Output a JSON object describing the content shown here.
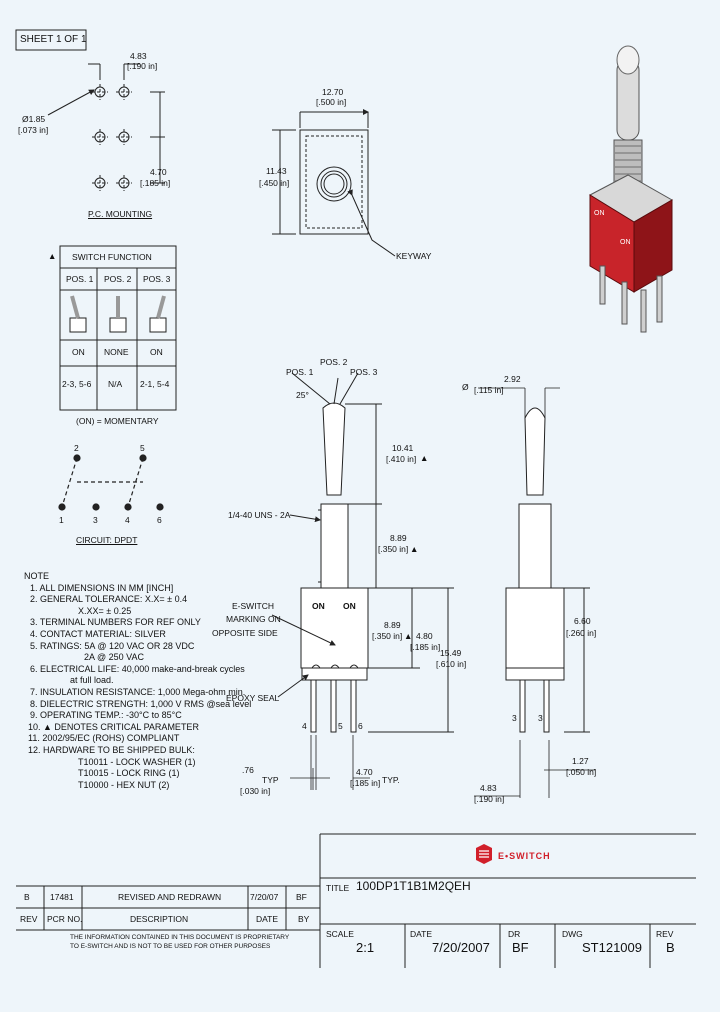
{
  "sheet": "SHEET 1 OF 1",
  "pc_mount": {
    "spacing_mm": "4.83",
    "spacing_in": "[.190 in]",
    "hole_mm": "Ø1.85",
    "hole_in": "[.073 in]",
    "pitch_mm": "4.70",
    "pitch_in": "[.185 in]",
    "label": "P.C. MOUNTING"
  },
  "top_view": {
    "width_mm": "12.70",
    "width_in": "[.500 in]",
    "height_mm": "11.43",
    "height_in": "[.450 in]",
    "keyway": "KEYWAY"
  },
  "switch_function": {
    "title": "SWITCH FUNCTION",
    "headers": [
      "POS. 1",
      "POS. 2",
      "POS. 3"
    ],
    "states": [
      "ON",
      "NONE",
      "ON"
    ],
    "terminals": [
      "2-3, 5-6",
      "N/A",
      "2-1, 5-4"
    ],
    "note": "(ON) = MOMENTARY"
  },
  "circuit": {
    "label": "CIRCUIT: DPDT",
    "top_terms": [
      "2",
      "5"
    ],
    "bottom_terms": [
      "1",
      "3",
      "4",
      "6"
    ]
  },
  "front_view": {
    "pos1": "POS. 1",
    "pos2": "POS. 2",
    "pos3": "POS. 3",
    "angle": "25°",
    "lever_mm": "10.41",
    "lever_in": "[.410 in]",
    "thread": "1/4-40 UNS - 2A",
    "bush_mm": "8.89",
    "bush_in": "[.350 in]",
    "marking": [
      "E-SWITCH",
      "MARKING ON",
      "OPPOSITE SIDE"
    ],
    "on_left": "ON",
    "on_right": "ON",
    "body_mm": "8.89",
    "body_in": "[.350 in]",
    "term_mm": "4.80",
    "term_in": "[.185 in]",
    "total_mm": "15.49",
    "total_in": "[.610 in]",
    "epoxy": "EPOXY SEAL",
    "term_labels": [
      "4",
      "5",
      "6"
    ],
    "typ1_mm": ".76",
    "typ1_in": "[.030 in]",
    "typ1": "TYP",
    "typ2_mm": "4.70",
    "typ2_in": "[.185 in]",
    "typ2": "TYP."
  },
  "side_view": {
    "dia_mm": "2.92",
    "dia_sym": "Ø",
    "dia_in": "[.115 in]",
    "h_mm": "6.60",
    "h_in": "[.260 in]",
    "term_labels": [
      "3",
      "3"
    ],
    "pitch_mm": "1.27",
    "pitch_in": "[.050 in]",
    "w_mm": "4.83",
    "w_in": "[.190 in]"
  },
  "notes": [
    "NOTE",
    "1. ALL DIMENSIONS IN MM [INCH]",
    "2. GENERAL TOLERANCE: X.X= ± 0.4",
    "X.XX= ± 0.25",
    "3. TERMINAL NUMBERS FOR REF ONLY",
    "4. CONTACT MATERIAL: SILVER",
    "5. RATINGS: 5A @ 120 VAC OR 28 VDC",
    "2A @ 250 VAC",
    "6. ELECTRICAL LIFE: 40,000 make-and-break cycles",
    "at full load.",
    "7. INSULATION RESISTANCE: 1,000 Mega-ohm min.",
    "8. DIELECTRIC STRENGTH: 1,000 V RMS @sea level",
    "9. OPERATING TEMP.: -30°C to 85°C",
    "10. ▲ DENOTES CRITICAL PARAMETER",
    "11. 2002/95/EC (ROHS) COMPLIANT",
    "12. HARDWARE TO BE SHIPPED BULK:",
    "T10011 - LOCK WASHER (1)",
    "T10015 - LOCK RING (1)",
    "T10000 - HEX NUT (2)"
  ],
  "revision": {
    "row": [
      "B",
      "17481",
      "REVISED AND REDRAWN",
      "7/20/07",
      "BF"
    ],
    "headers": [
      "REV",
      "PCR NO.",
      "DESCRIPTION",
      "DATE",
      "BY"
    ],
    "disclaimer": [
      "THE INFORMATION CONTAINED IN THIS DOCUMENT IS PROPRIETARY",
      "TO E-SWITCH AND IS NOT TO BE USED FOR OTHER PURPOSES"
    ]
  },
  "title_block": {
    "logo": "E•SWITCH",
    "title_label": "TITLE",
    "title": "100DP1T1B1M2QEH",
    "scale_label": "SCALE",
    "scale": "2:1",
    "date_label": "DATE",
    "date": "7/20/2007",
    "dr_label": "DR",
    "dr": "BF",
    "dwg_label": "DWG",
    "dwg": "ST121009",
    "rev_label": "REV",
    "rev": "B"
  },
  "colors": {
    "body": "#c8242a",
    "body_dark": "#8e1418",
    "metal": "#d8d8d8",
    "line": "#222222",
    "bg": "#eef5fa",
    "logo": "#d11f2a"
  }
}
